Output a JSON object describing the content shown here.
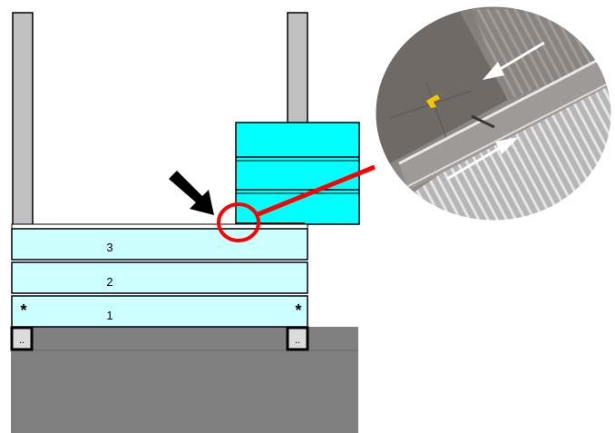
{
  "diagram": {
    "layers": [
      {
        "label": "1",
        "order": 1
      },
      {
        "label": "2",
        "order": 2
      },
      {
        "label": "3",
        "order": 3
      }
    ],
    "corner_markers": {
      "left": "*",
      "right": "*"
    },
    "support_feet": {
      "left": "..",
      "right": ".."
    },
    "colors": {
      "layer_fill": "#ccffff",
      "shifted_block_fill": "#00ffff",
      "ground_fill": "#808080",
      "post_fill": "#c0c0c0",
      "highlight_stroke": "#ff0000",
      "arrow_fill": "#000000"
    },
    "icons": {
      "pointer": "black-arrow-icon",
      "highlight": "red-circle-icon",
      "photo_arrows": "white-arrow-icon"
    }
  }
}
